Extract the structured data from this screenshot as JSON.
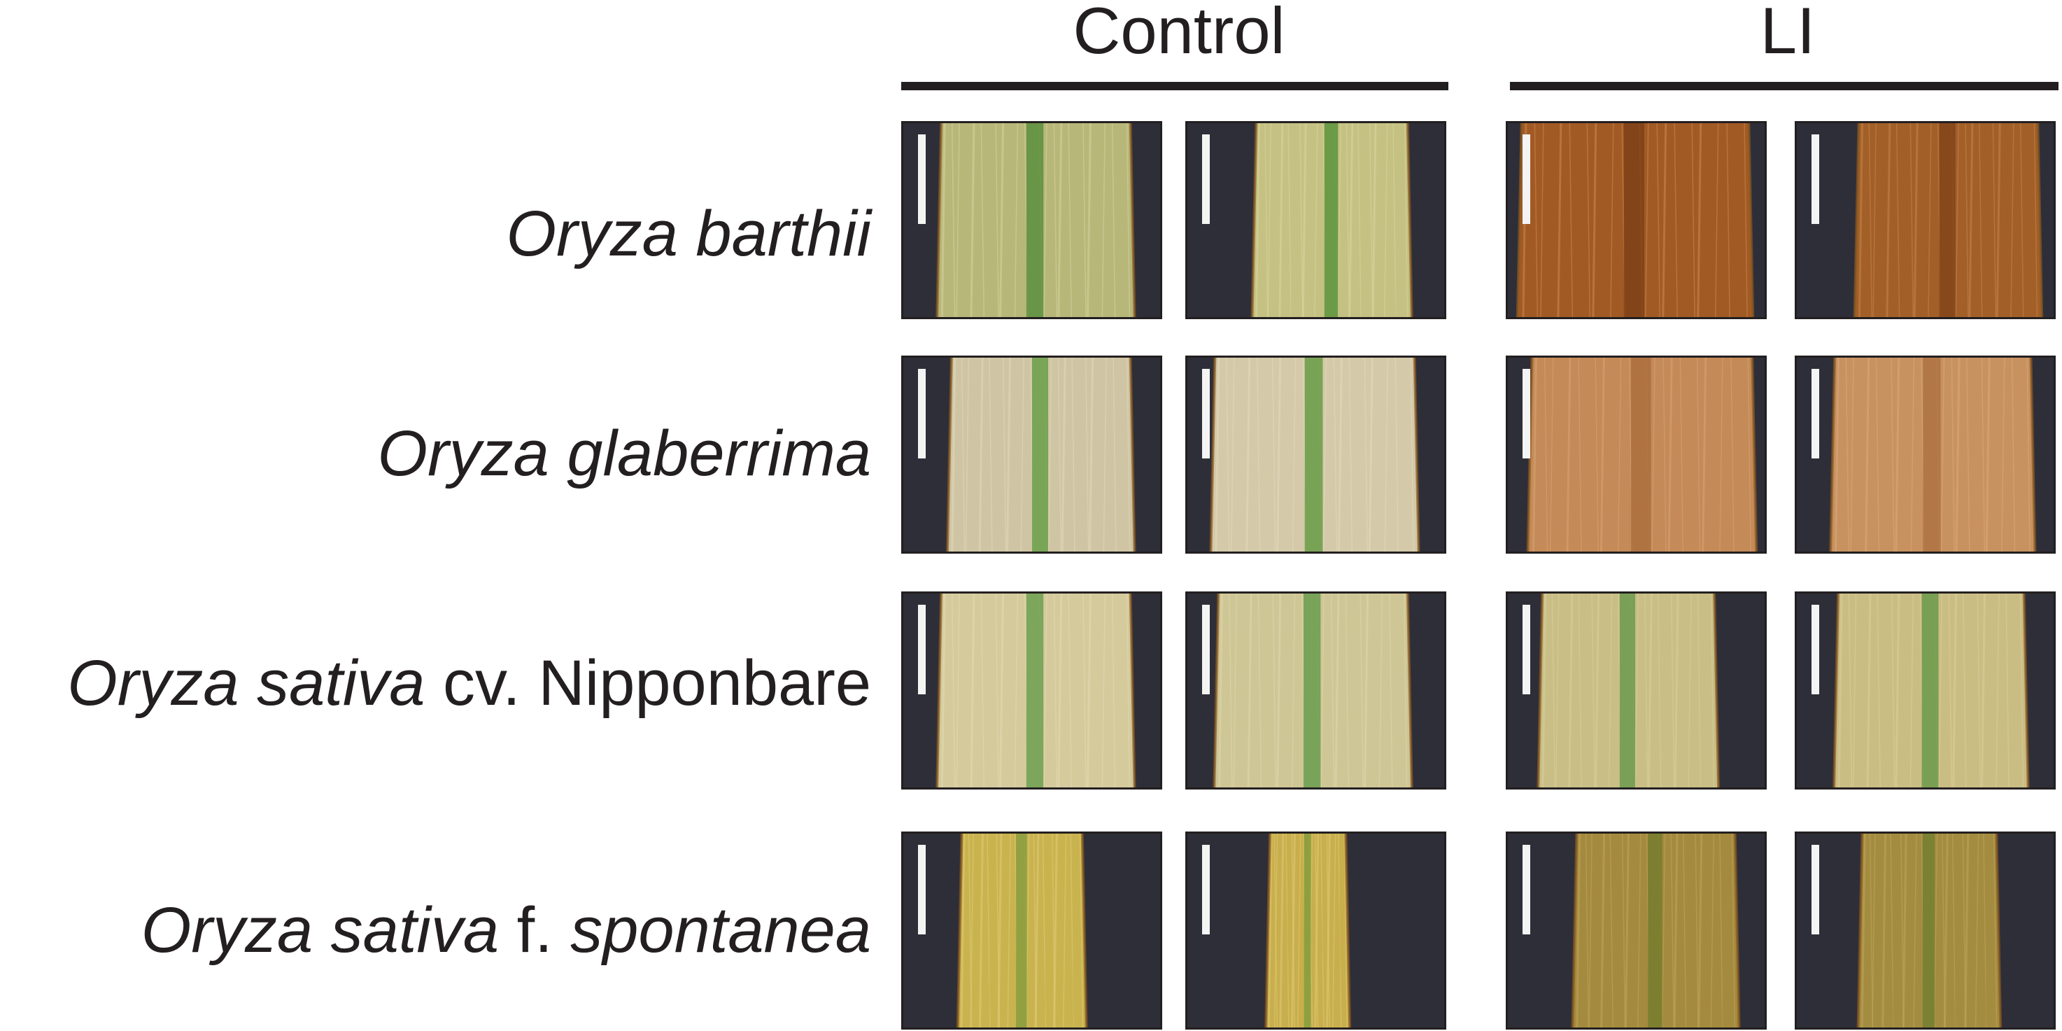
{
  "groups": [
    {
      "label": "Control"
    },
    {
      "label": "LI"
    }
  ],
  "rows": [
    {
      "species": "Oryza barthii",
      "suffix": "",
      "suffix_italic": ""
    },
    {
      "species": "Oryza glaberrima",
      "suffix": "",
      "suffix_italic": ""
    },
    {
      "species": "Oryza sativa",
      "suffix": " cv. Nipponbare",
      "suffix_italic": ""
    },
    {
      "species": "Oryza sativa",
      "suffix": " f. ",
      "suffix_italic": "spontanea"
    }
  ],
  "panels": [
    {
      "row": 0,
      "group": "Control",
      "tissue": "green-yellow leaf",
      "colors": [
        "#b8b77a",
        "#4f8a35",
        "#d8d49d"
      ]
    },
    {
      "row": 0,
      "group": "Control",
      "tissue": "green-yellow leaf",
      "colors": [
        "#c4c182",
        "#4e8d32",
        "#dbd5a0"
      ]
    },
    {
      "row": 0,
      "group": "LI",
      "tissue": "brown necrotic leaf",
      "colors": [
        "#a25a24",
        "#7a3d16",
        "#c98a4f"
      ]
    },
    {
      "row": 0,
      "group": "LI",
      "tissue": "brown necrotic leaf",
      "colors": [
        "#a35f28",
        "#7d4018",
        "#c5864a"
      ]
    },
    {
      "row": 1,
      "group": "Control",
      "tissue": "pale leaf with green midrib",
      "colors": [
        "#cfc5a4",
        "#5c9a3c",
        "#e2d9bc"
      ]
    },
    {
      "row": 1,
      "group": "Control",
      "tissue": "pale leaf with green midrib",
      "colors": [
        "#d4c9a8",
        "#5a963a",
        "#e4dcc0"
      ]
    },
    {
      "row": 1,
      "group": "LI",
      "tissue": "orange-brown leaf",
      "colors": [
        "#c48a58",
        "#a86a39",
        "#d8a574"
      ]
    },
    {
      "row": 1,
      "group": "LI",
      "tissue": "orange-brown leaf",
      "colors": [
        "#c89160",
        "#ab6f3e",
        "#dcaa7c"
      ]
    },
    {
      "row": 2,
      "group": "Control",
      "tissue": "pale yellow leaf",
      "colors": [
        "#d4ca9c",
        "#5e9a46",
        "#e3dbb3"
      ]
    },
    {
      "row": 2,
      "group": "Control",
      "tissue": "pale yellow-green leaf",
      "colors": [
        "#cfc696",
        "#5b9744",
        "#e0d8ad"
      ]
    },
    {
      "row": 2,
      "group": "LI",
      "tissue": "yellow-green spotted leaf",
      "colors": [
        "#c8be86",
        "#5f9645",
        "#dad19a"
      ]
    },
    {
      "row": 2,
      "group": "LI",
      "tissue": "yellow-green spotted leaf",
      "colors": [
        "#cabd84",
        "#5e9543",
        "#dccf98"
      ]
    },
    {
      "row": 3,
      "group": "Control",
      "tissue": "yellow leaf, narrow",
      "colors": [
        "#c9b34f",
        "#7d9a3b",
        "#e0cc78"
      ]
    },
    {
      "row": 3,
      "group": "Control",
      "tissue": "yellow leaf, narrow",
      "colors": [
        "#c8ae4c",
        "#7a9a39",
        "#dfca74"
      ]
    },
    {
      "row": 3,
      "group": "LI",
      "tissue": "olive-brown leaf",
      "colors": [
        "#a48a3e",
        "#6f7a2c",
        "#c1a65a"
      ]
    },
    {
      "row": 3,
      "group": "LI",
      "tissue": "olive-brown leaf",
      "colors": [
        "#a38c40",
        "#6e7d2e",
        "#bfa55b"
      ]
    }
  ]
}
